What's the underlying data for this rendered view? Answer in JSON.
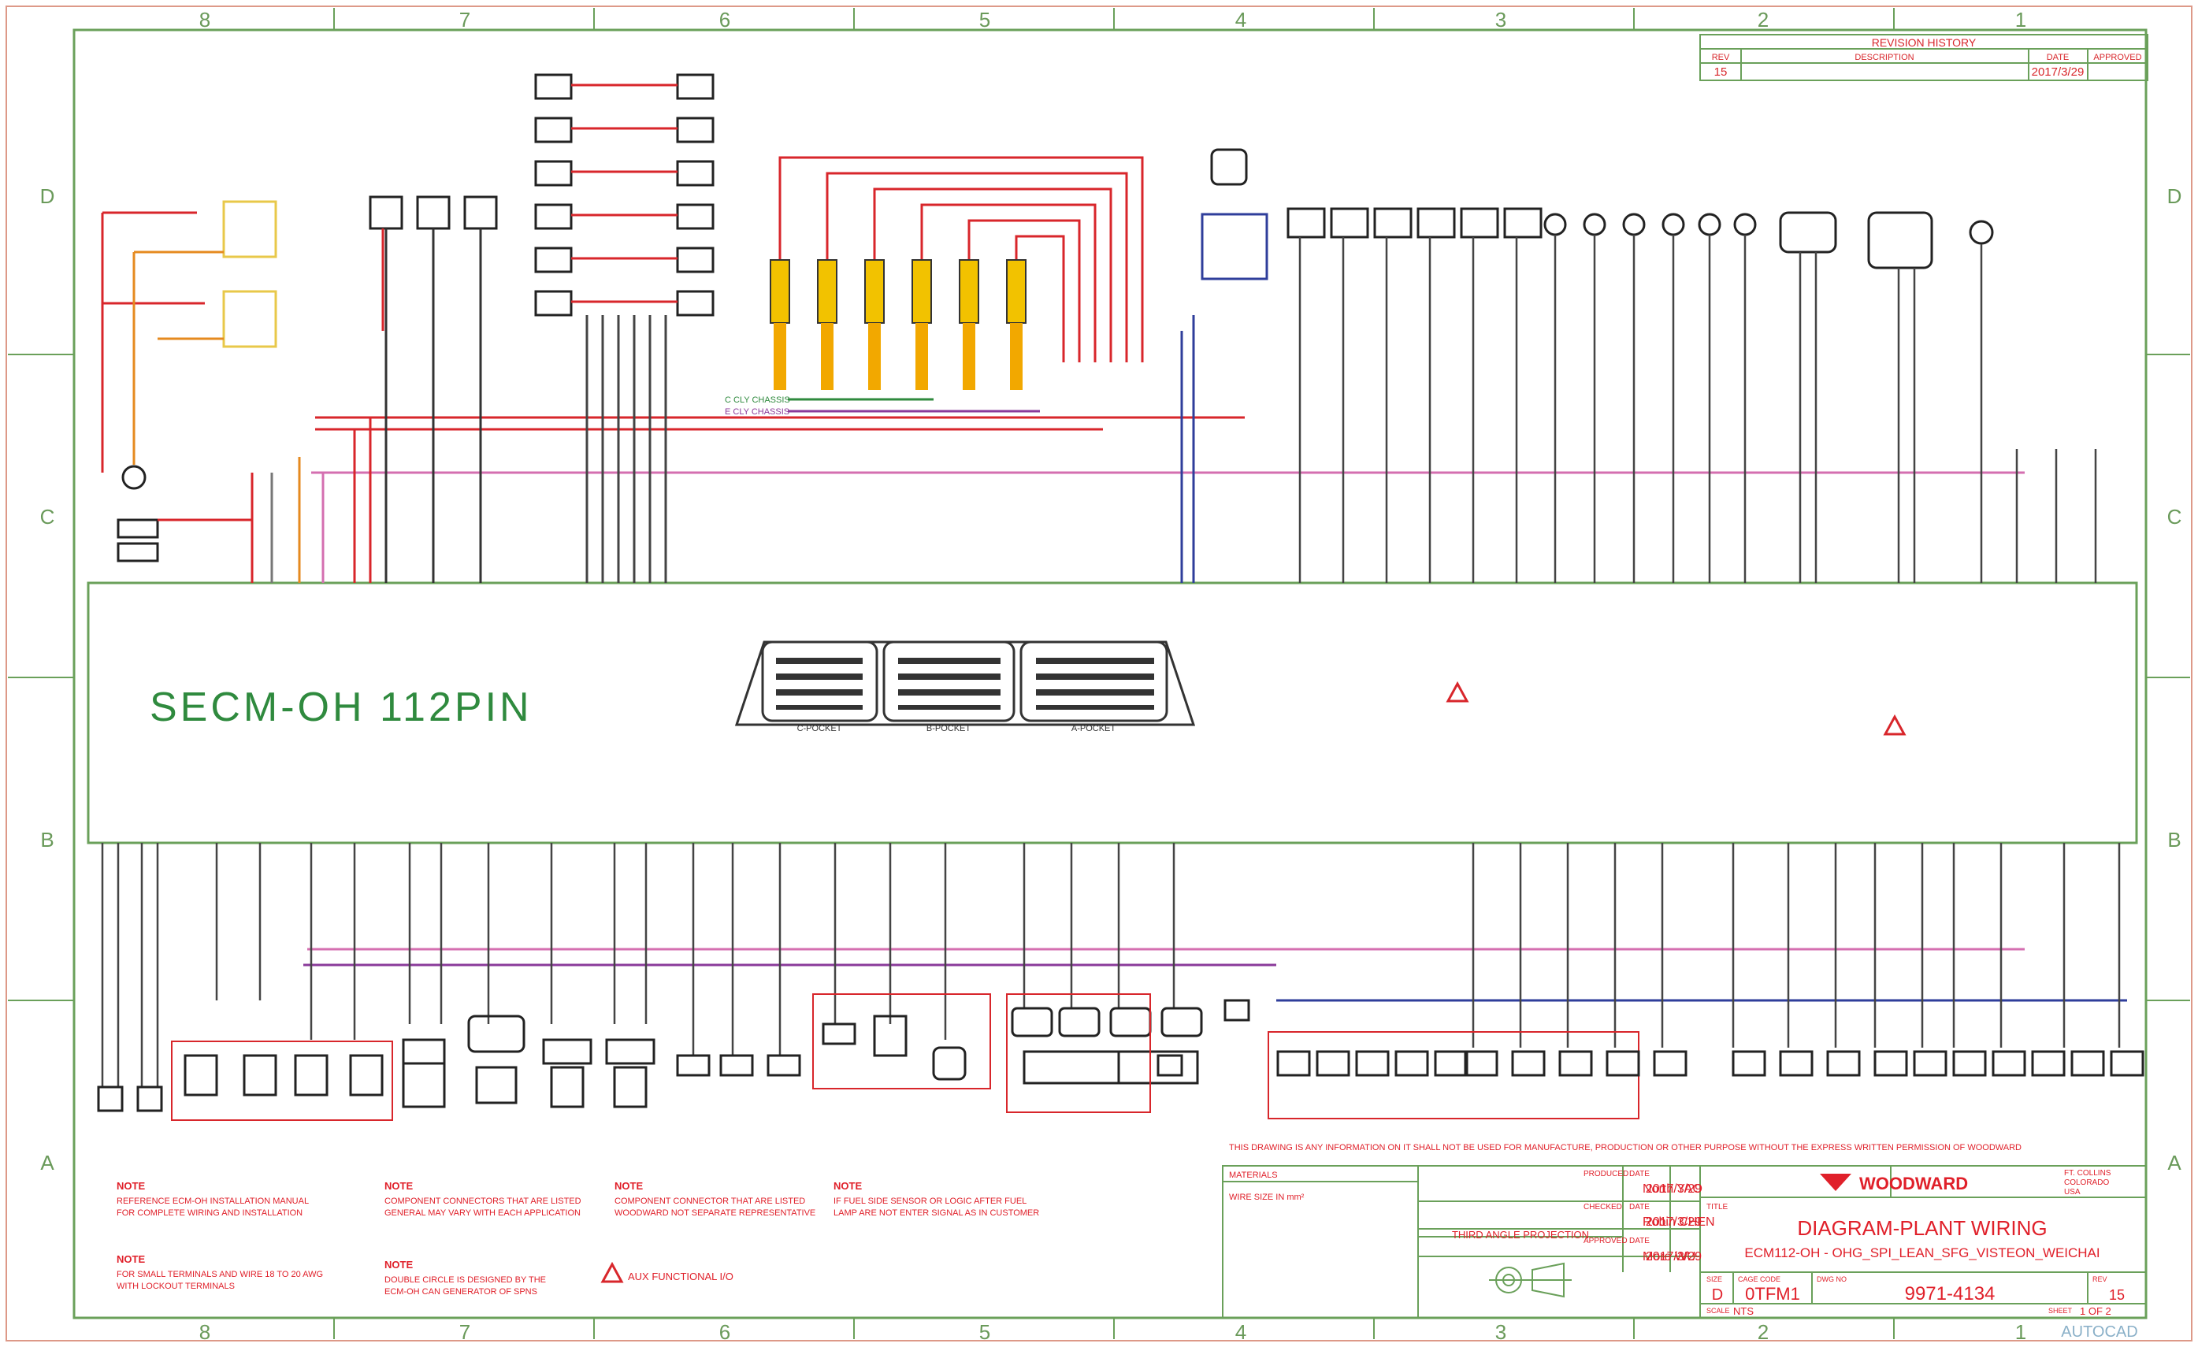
{
  "colors": {
    "border": "#6aa05a",
    "wire_red": "#d8262b",
    "wire_pink": "#d46fb0",
    "wire_dark": "#404040",
    "wire_blue": "#2f3e9b",
    "wire_purple": "#8a3a9a",
    "wire_orange": "#e58a1f",
    "note_red": "#e0202a",
    "title_green": "#2f8a3e"
  },
  "zones": {
    "columns": [
      "8",
      "7",
      "6",
      "5",
      "4",
      "3",
      "2",
      "1"
    ],
    "rows": [
      "D",
      "C",
      "B",
      "A"
    ]
  },
  "revision_history": {
    "title": "REVISION HISTORY",
    "headers": [
      "REV",
      "DESCRIPTION",
      "DATE",
      "APPROVED"
    ],
    "row": {
      "rev": "15",
      "description": "",
      "date": "2017/3/29",
      "approved": ""
    }
  },
  "ecm": {
    "label": "SECM-OH 112PIN",
    "connectors": [
      "C-POCKET",
      "B-POCKET",
      "A-POCKET"
    ]
  },
  "coil_legend": {
    "lines": [
      "C CLY CHASSIS",
      "E CLY CHASSIS"
    ]
  },
  "note_banner": "THIS DRAWING IS ANY INFORMATION ON IT SHALL NOT BE USED FOR MANUFACTURE, PRODUCTION OR OTHER PURPOSE WITHOUT THE EXPRESS WRITTEN PERMISSION OF WOODWARD",
  "notes": [
    {
      "title": "NOTE",
      "lines": [
        "REFERENCE ECM-OH INSTALLATION MANUAL",
        "FOR COMPLETE WIRING AND INSTALLATION"
      ]
    },
    {
      "title": "NOTE",
      "lines": [
        "FOR SMALL TERMINALS AND WIRE 18 TO 20 AWG",
        "WITH LOCKOUT TERMINALS"
      ]
    },
    {
      "title": "NOTE",
      "lines": [
        "COMPONENT CONNECTORS THAT ARE LISTED",
        "GENERAL MAY VARY WITH EACH APPLICATION"
      ]
    },
    {
      "title": "NOTE",
      "lines": [
        "DOUBLE CIRCLE IS DESIGNED BY THE",
        "ECM-OH CAN GENERATOR OF SPNS"
      ]
    },
    {
      "title": "NOTE",
      "lines": [
        "COMPONENT CONNECTOR THAT ARE LISTED",
        "WOODWARD NOT SEPARATE REPRESENTATIVE"
      ]
    },
    {
      "title": "NOTE",
      "lines": [
        "IF FUEL SIDE SENSOR OR LOGIC AFTER FUEL",
        "LAMP ARE NOT ENTER SIGNAL AS IN CUSTOMER"
      ]
    }
  ],
  "functional_warning": "AUX FUNCTIONAL I/O",
  "title_block": {
    "materials_label": "MATERIALS",
    "wire_size": "WIRE SIZE IN mm²",
    "drawn_label": "PRODUCED",
    "drawn_by": "North YAO",
    "drawn_date": "2017/3/29",
    "checked_label": "CHECKED",
    "checked_by": "Robin CHEN",
    "checked_date": "2017/3/29",
    "approved_label": "APPROVED",
    "approved_by": "More WU",
    "approved_date": "2017/3/29",
    "date_label": "DATE",
    "projection": "THIRD ANGLE PROJECTION",
    "company": "WOODWARD",
    "location_lines": [
      "FT. COLLINS",
      "COLORADO",
      "USA"
    ],
    "title_label": "TITLE",
    "drawing_title": "DIAGRAM-PLANT WIRING",
    "drawing_subtitle": "ECM112-OH - OHG_SPI_LEAN_SFG_VISTEON_WEICHAI",
    "size_label": "SIZE",
    "size": "D",
    "cage_label": "CAGE CODE",
    "cage": "0TFM1",
    "dwg_label": "DWG NO",
    "dwg_no": "9971-4134",
    "rev_label": "REV",
    "rev": "15",
    "scale_label": "SCALE",
    "scale": "NTS",
    "sheet_label": "SHEET",
    "sheet": "1 OF 2",
    "software": "AUTOCAD"
  }
}
